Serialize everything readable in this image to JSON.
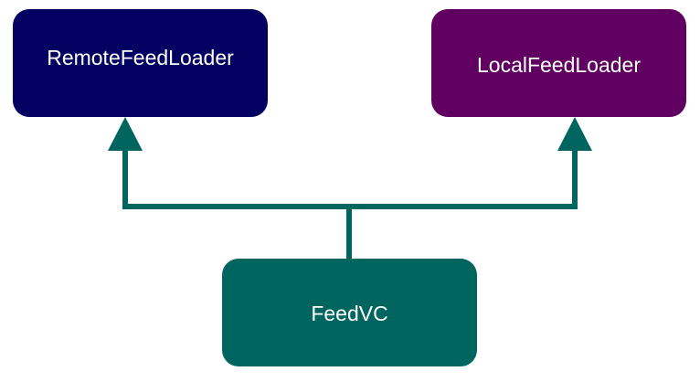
{
  "nodes": {
    "remote": {
      "label": "RemoteFeedLoader",
      "color": "#020060"
    },
    "local": {
      "label": "LocalFeedLoader",
      "color": "#600060"
    },
    "feedvc": {
      "label": "FeedVC",
      "color": "#00655E"
    }
  },
  "edges": [
    {
      "from": "FeedVC",
      "to": "RemoteFeedLoader",
      "type": "arrow"
    },
    {
      "from": "FeedVC",
      "to": "LocalFeedLoader",
      "type": "arrow"
    }
  ],
  "connector_color": "#00655E"
}
